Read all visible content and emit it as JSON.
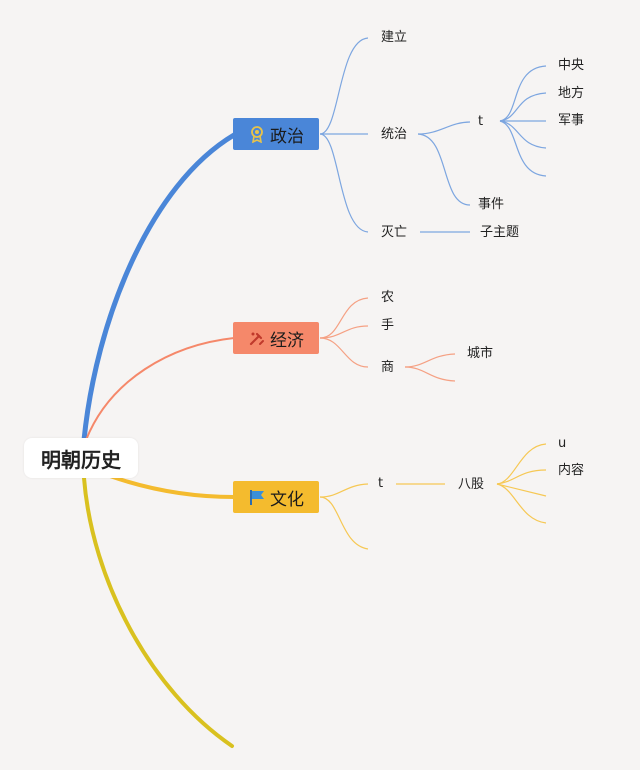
{
  "root": {
    "label": "明朝历史"
  },
  "colors": {
    "politics": "#4a86d8",
    "economy": "#f5886a",
    "culture": "#f4bb2e",
    "tail": "#d9c11f"
  },
  "branches": {
    "politics": {
      "label": "政治",
      "icon": "medal-icon",
      "children": {
        "establish": "建立",
        "rule": "统治",
        "rule_sub": "t",
        "central": "中央",
        "local": "地方",
        "military": "军事",
        "events": "事件",
        "fall": "灭亡",
        "subtopic": "子主题"
      }
    },
    "economy": {
      "label": "经济",
      "icon": "tools-icon",
      "children": {
        "agriculture": "农",
        "handicraft": "手",
        "commerce": "商",
        "city": "城市"
      }
    },
    "culture": {
      "label": "文化",
      "icon": "flag-icon",
      "children": {
        "t": "t",
        "eight_legged": "八股",
        "u": "u",
        "content": "内容"
      }
    }
  }
}
